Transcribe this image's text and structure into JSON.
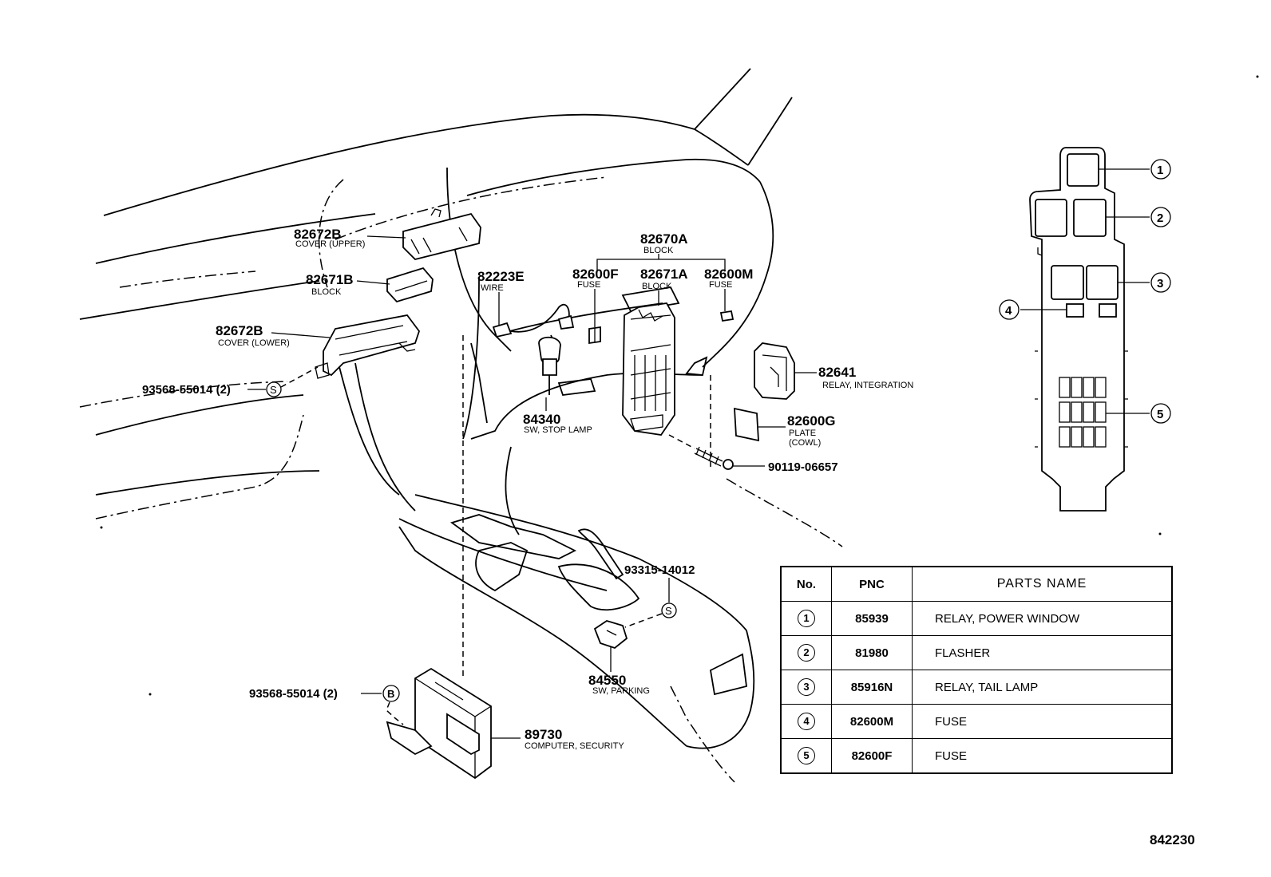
{
  "callouts": {
    "c82672b_upper": {
      "pn": "82672B",
      "desc": "COVER (UPPER)"
    },
    "c82671b": {
      "pn": "82671B",
      "desc": "BLOCK"
    },
    "c82672b_lower": {
      "pn": "82672B",
      "desc": "COVER (LOWER)"
    },
    "c93568_top": {
      "pn": "93568-55014 (2)",
      "sym": "S"
    },
    "c82670a": {
      "pn": "82670A",
      "desc": "BLOCK"
    },
    "c82223e": {
      "pn": "82223E",
      "desc": "WIRE"
    },
    "c82600f": {
      "pn": "82600F",
      "desc": "FUSE"
    },
    "c82671a": {
      "pn": "82671A",
      "desc": "BLOCK"
    },
    "c82600m": {
      "pn": "82600M",
      "desc": "FUSE"
    },
    "c82641": {
      "pn": "82641",
      "desc": "RELAY, INTEGRATION"
    },
    "c84340": {
      "pn": "84340",
      "desc": "SW, STOP LAMP"
    },
    "c82600g": {
      "pn": "82600G",
      "desc": "PLATE",
      "desc2": "(COWL)"
    },
    "c90119": {
      "pn": "90119-06657"
    },
    "c93315": {
      "pn": "93315-14012",
      "sym": "S"
    },
    "c84550": {
      "pn": "84550",
      "desc": "SW, PARKING"
    },
    "c93568_bot": {
      "pn": "93568-55014 (2)",
      "sym": "B"
    },
    "c89730": {
      "pn": "89730",
      "desc": "COMPUTER, SECURITY"
    }
  },
  "block_callouts": [
    "1",
    "2",
    "3",
    "4",
    "5"
  ],
  "table": {
    "headers": {
      "no": "No.",
      "pnc": "PNC",
      "name": "PARTS NAME"
    },
    "rows": [
      {
        "no": "1",
        "pnc": "85939",
        "name": "RELAY, POWER WINDOW"
      },
      {
        "no": "2",
        "pnc": "81980",
        "name": "FLASHER"
      },
      {
        "no": "3",
        "pnc": "85916N",
        "name": "RELAY, TAIL LAMP"
      },
      {
        "no": "4",
        "pnc": "82600M",
        "name": "FUSE"
      },
      {
        "no": "5",
        "pnc": "82600F",
        "name": "FUSE"
      }
    ]
  },
  "figure_number": "842230"
}
